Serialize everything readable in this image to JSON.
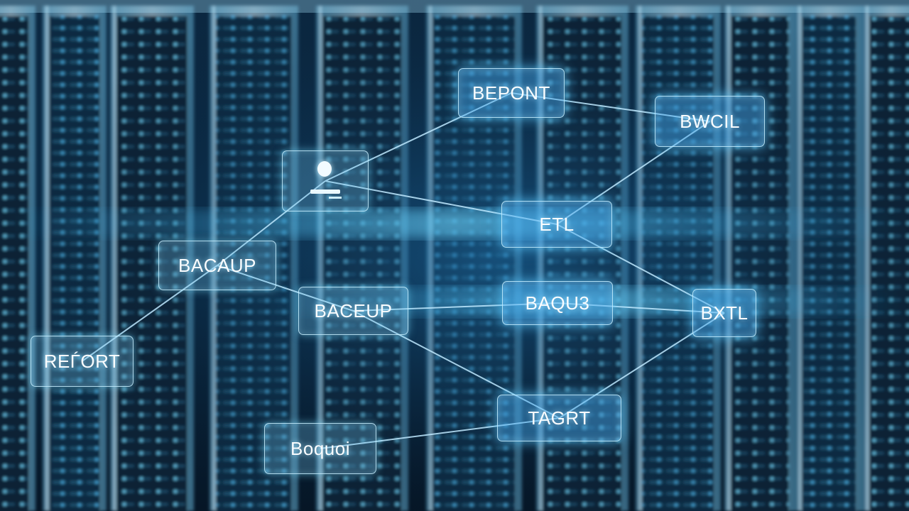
{
  "scene": {
    "nodes": [
      {
        "id": "user",
        "label": "",
        "icon": "user-icon"
      },
      {
        "id": "bepont",
        "label": "BEPONT"
      },
      {
        "id": "bwcil",
        "label": "BWCIL"
      },
      {
        "id": "etl",
        "label": "ETL"
      },
      {
        "id": "bacaup",
        "label": "BACAUP"
      },
      {
        "id": "baceup",
        "label": "BACEUP"
      },
      {
        "id": "baqu3",
        "label": "BAQU3"
      },
      {
        "id": "bxtl",
        "label": "BXTL"
      },
      {
        "id": "rerort",
        "label": "REЃORT"
      },
      {
        "id": "tagrt",
        "label": "TAGRT"
      },
      {
        "id": "boquoi",
        "label": "Boquoi"
      }
    ],
    "links": [
      [
        "user",
        "bepont"
      ],
      [
        "user",
        "etl"
      ],
      [
        "user",
        "bacaup"
      ],
      [
        "bepont",
        "bwcil"
      ],
      [
        "bwcil",
        "etl"
      ],
      [
        "etl",
        "bxtl"
      ],
      [
        "bacaup",
        "rerort"
      ],
      [
        "bacaup",
        "baceup"
      ],
      [
        "baceup",
        "baqu3"
      ],
      [
        "baqu3",
        "bxtl"
      ],
      [
        "baceup",
        "tagrt"
      ],
      [
        "tagrt",
        "bxtl"
      ],
      [
        "boquoi",
        "tagrt"
      ]
    ],
    "colors": {
      "background": "#061a2c",
      "rack_frame": "#8fd2f0",
      "led": "#5fc8f5",
      "glow": "#2fb6ff"
    }
  }
}
